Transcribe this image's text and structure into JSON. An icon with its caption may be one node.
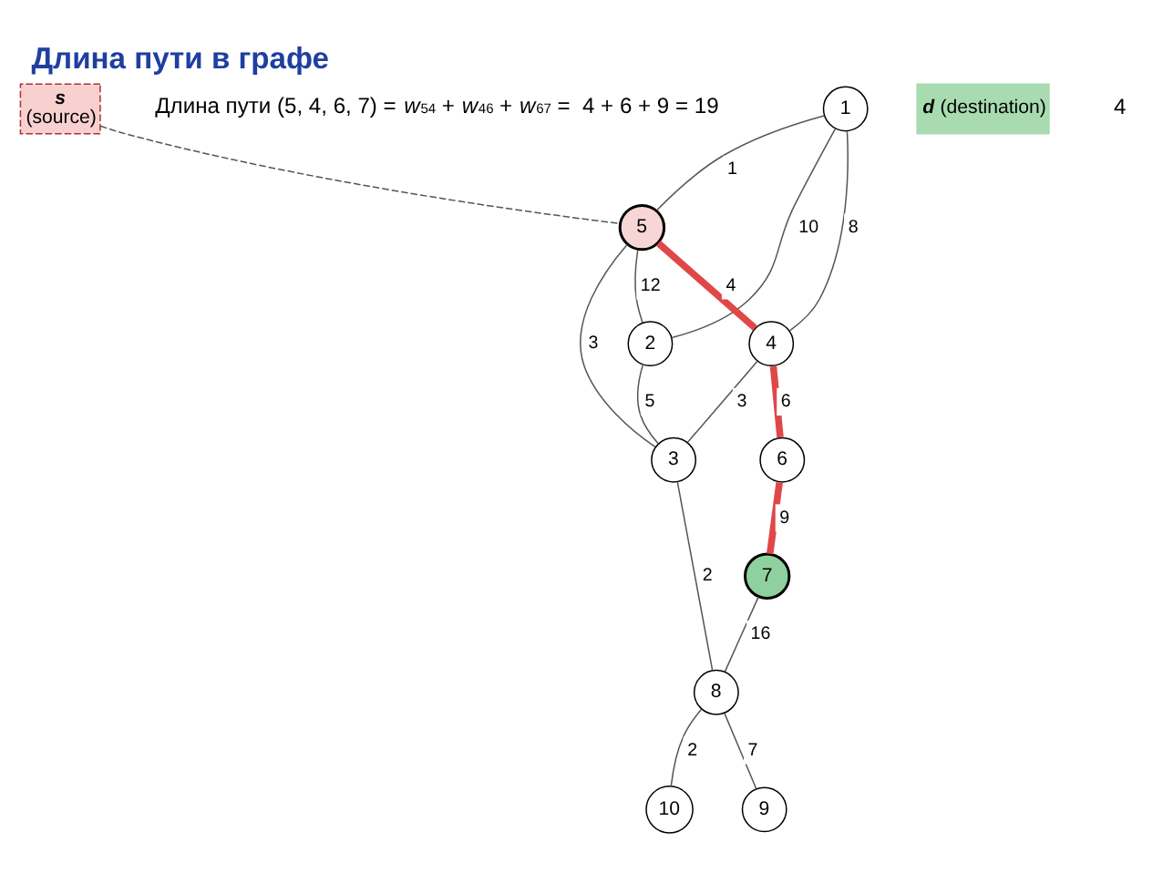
{
  "diagram": {
    "title": "Длина пути в графе",
    "nodes": [
      {
        "text": [
          "1"
        ]
      },
      {
        "text": [
          "2"
        ]
      },
      {
        "text": [
          "5"
        ]
      },
      {
        "text": [
          "4"
        ]
      },
      {
        "text": [
          "3"
        ]
      },
      {
        "text": [
          "6"
        ]
      },
      {
        "text": [
          "7"
        ]
      },
      {
        "text": [
          "8"
        ]
      },
      {
        "text": [
          "10"
        ]
      },
      {
        "text": [
          "9"
        ]
      },
      {
        "text": [
          "s",
          "(source)"
        ]
      },
      {
        "text": [
          "*d* (destination)"
        ]
      }
    ],
    "edges": [
      {
        "from": 0,
        "to": 1,
        "arrow": "none",
        "label": "10"
      },
      {
        "from": 0,
        "to": 2,
        "arrow": "none",
        "label": "1"
      },
      {
        "from": 0,
        "to": 3,
        "arrow": "none",
        "label": "8"
      },
      {
        "from": 2,
        "to": 1,
        "arrow": "none",
        "label": "12"
      },
      {
        "from": 2,
        "to": 3,
        "arrow": "none",
        "label": "4",
        "style": "thick",
        "color": "#e04848"
      },
      {
        "from": 2,
        "to": 4,
        "arrow": "none",
        "label": "3"
      },
      {
        "from": 1,
        "to": 4,
        "arrow": "none",
        "label": "5"
      },
      {
        "from": 3,
        "to": 4,
        "arrow": "none",
        "label": "3"
      },
      {
        "from": 3,
        "to": 5,
        "arrow": "none",
        "label": "6",
        "style": "thick",
        "color": "#e04848"
      },
      {
        "from": 5,
        "to": 6,
        "arrow": "none",
        "label": "9",
        "style": "thick",
        "color": "#e04848"
      },
      {
        "from": 4,
        "to": 7,
        "arrow": "none",
        "label": "2"
      },
      {
        "from": 6,
        "to": 7,
        "arrow": "none",
        "label": "16"
      },
      {
        "from": 7,
        "to": 8,
        "arrow": "none",
        "label": "2"
      },
      {
        "from": 7,
        "to": 9,
        "arrow": "none",
        "label": "7"
      },
      {
        "from": 10,
        "to": 2,
        "arrow": "none",
        "style": "dashed"
      }
    ],
    "labels": [
      "Длина пути (5, 4, 6, 7) = *w*$_{54}$ + *w*$_{46}$ + *w*$_{67}$ =  4 + 6 + 9 = 19",
      "4"
    ]
  }
}
